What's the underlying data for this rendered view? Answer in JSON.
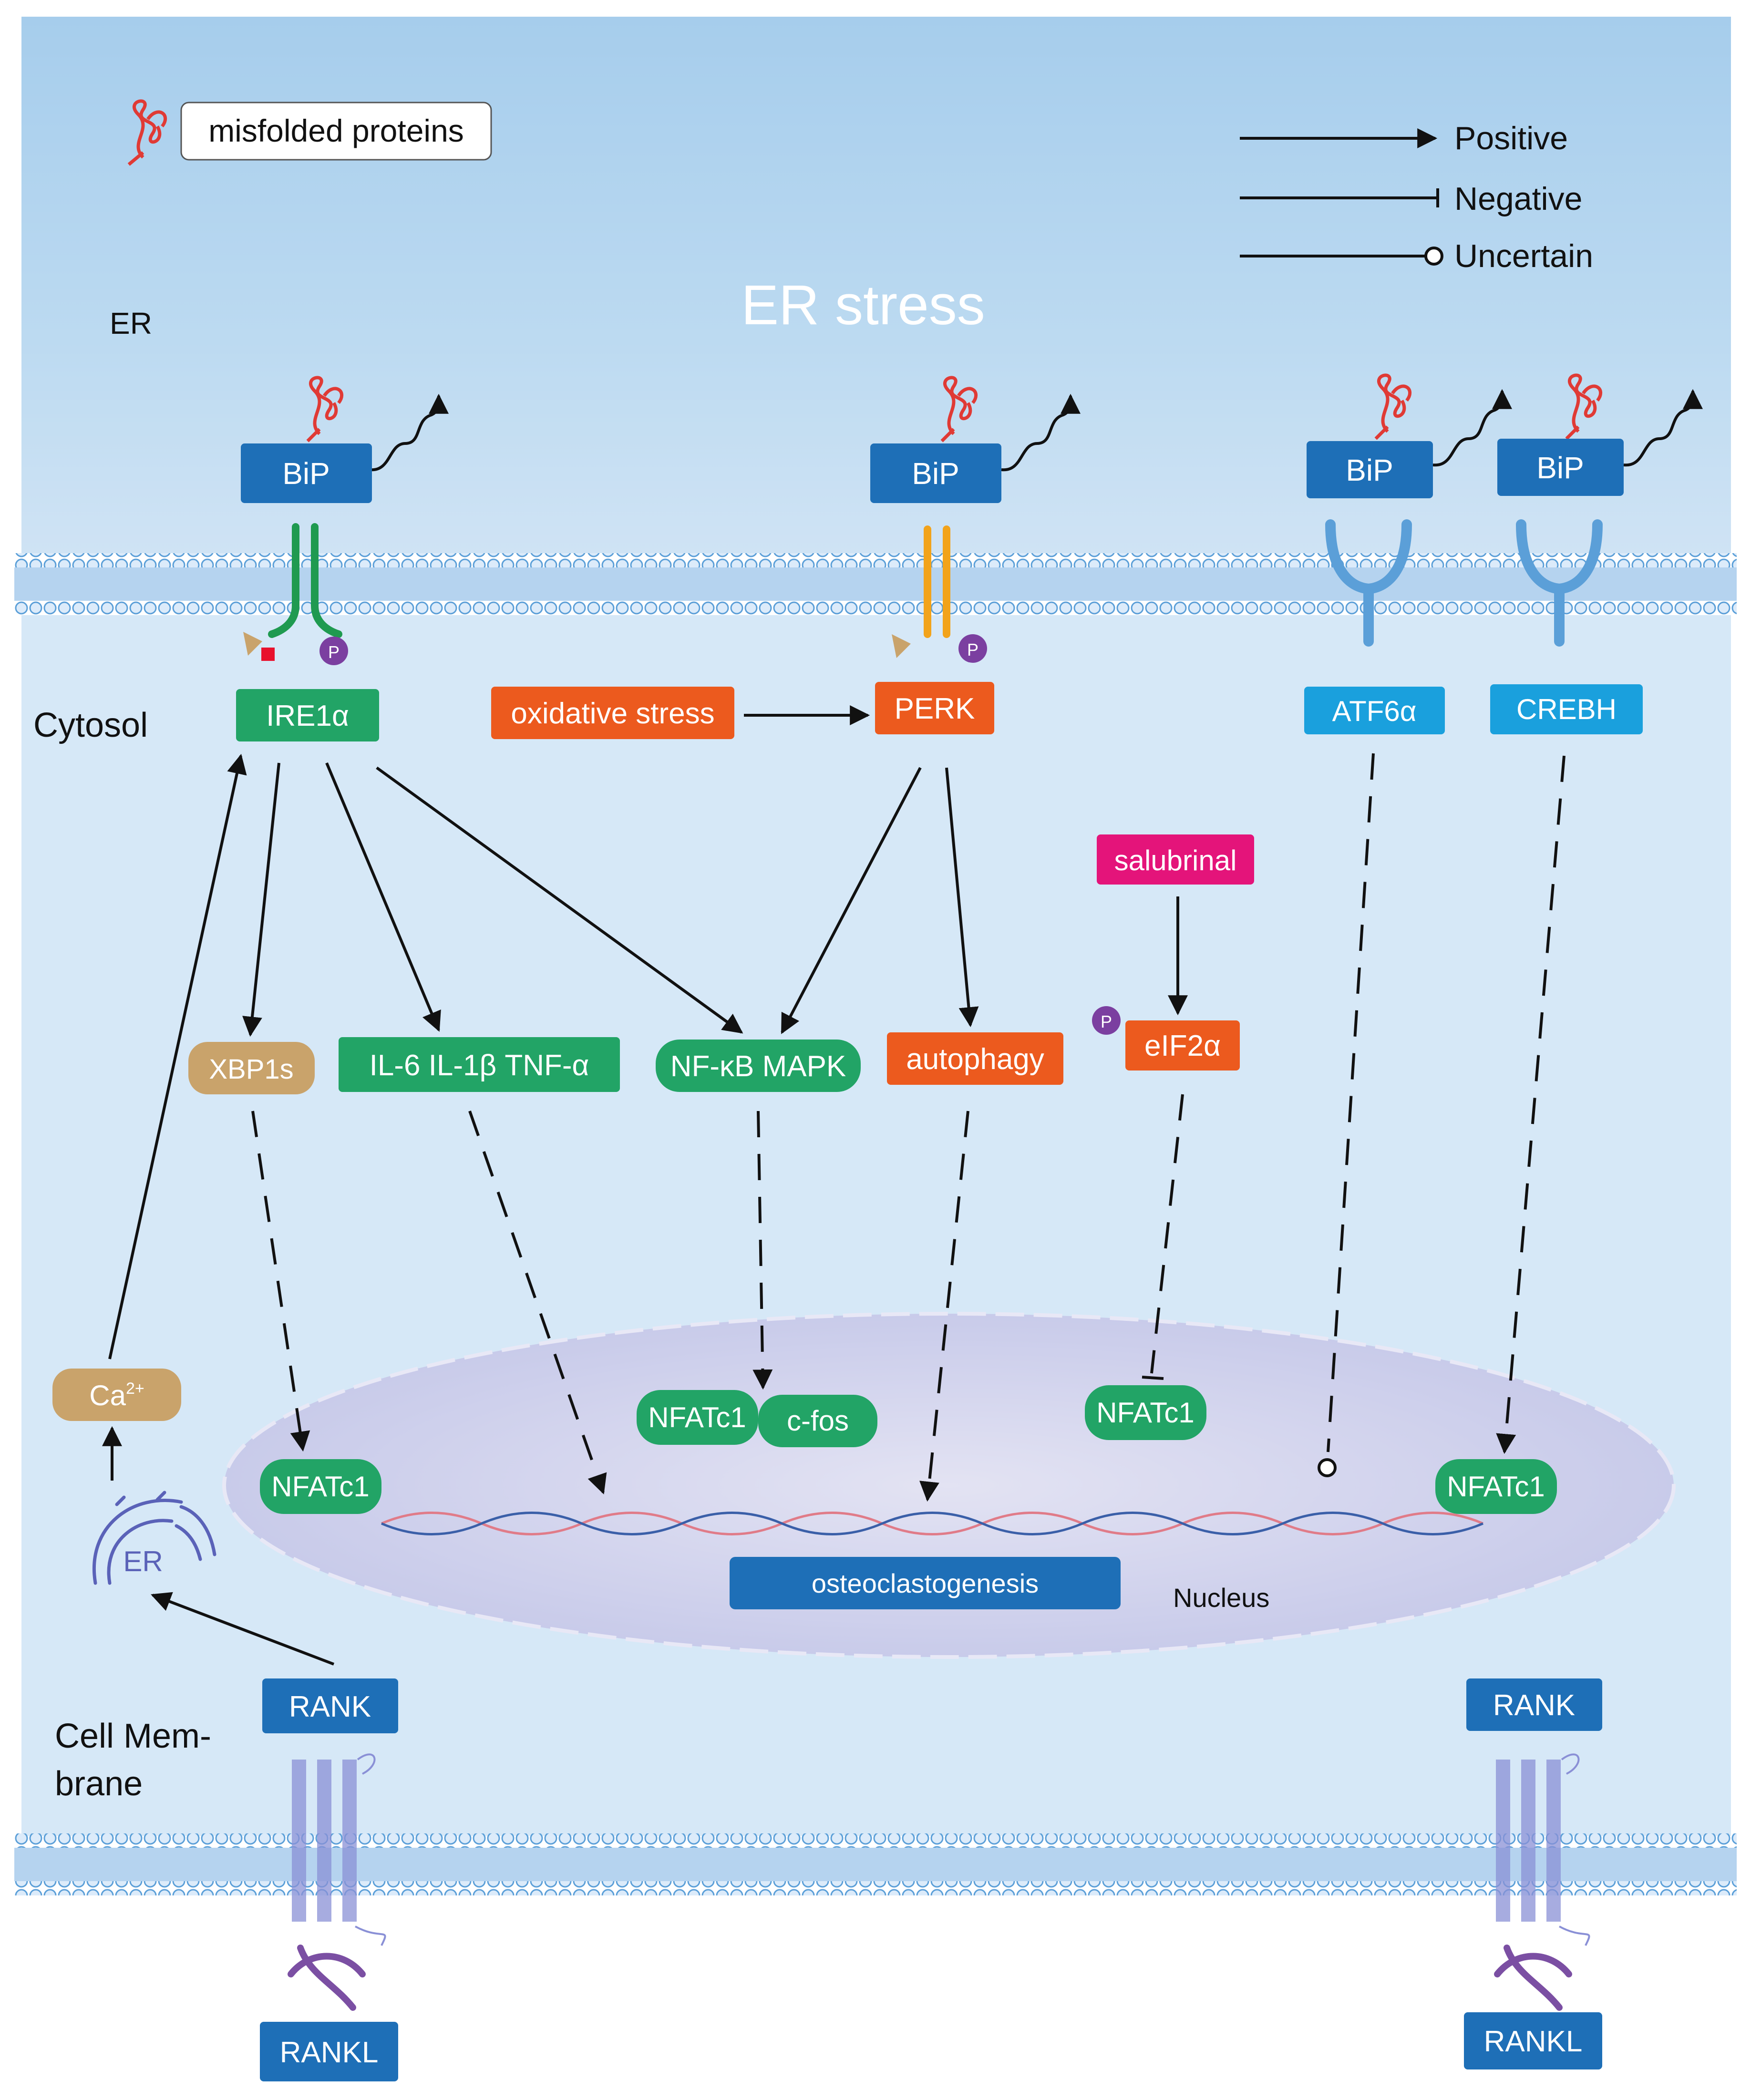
{
  "title": "ER stress",
  "regions": {
    "er": "ER",
    "cytosol": "Cytosol",
    "cell_membrane_line1": "Cell Mem-",
    "cell_membrane_line2": "brane",
    "nucleus": "Nucleus"
  },
  "legend_box": {
    "misfolded": "misfolded proteins"
  },
  "legend": {
    "positive": "Positive",
    "negative": "Negative",
    "uncertain": "Uncertain"
  },
  "nodes": {
    "bip": "BiP",
    "ire1a": "IRE1α",
    "perk": "PERK",
    "atf6a": "ATF6α",
    "crebh": "CREBH",
    "oxidative_stress": "oxidative stress",
    "salubrinal": "salubrinal",
    "xbp1s": "XBP1s",
    "cytokines": "IL-6 IL-1β TNF-α",
    "nfkb_mapk": "NF-κB MAPK",
    "autophagy": "autophagy",
    "eif2a": "eIF2α",
    "nfatc1": "NFATc1",
    "cfos": "c-fos",
    "osteoclastogenesis": "osteoclastogenesis",
    "rank": "RANK",
    "rankl": "RANKL",
    "ca_base": "Ca",
    "ca_sup": "2+",
    "er_small": "ER",
    "p": "P"
  },
  "colors": {
    "er_lumen": "#b6d7ef",
    "cytosol": "#d6e8f7",
    "membrane": "#a8cdee",
    "nucleus": "#d8d9f0",
    "blue_box": "#1e6fb7",
    "green_box": "#22a466",
    "orange_box": "#ec5a1e",
    "tan_box": "#c9a36b",
    "cyan_box": "#1aa0dd",
    "magenta_box": "#e4147a",
    "red_protein": "#e03a35",
    "purple": "#7b3fa0",
    "receptor_purple": "#8a90d6"
  }
}
